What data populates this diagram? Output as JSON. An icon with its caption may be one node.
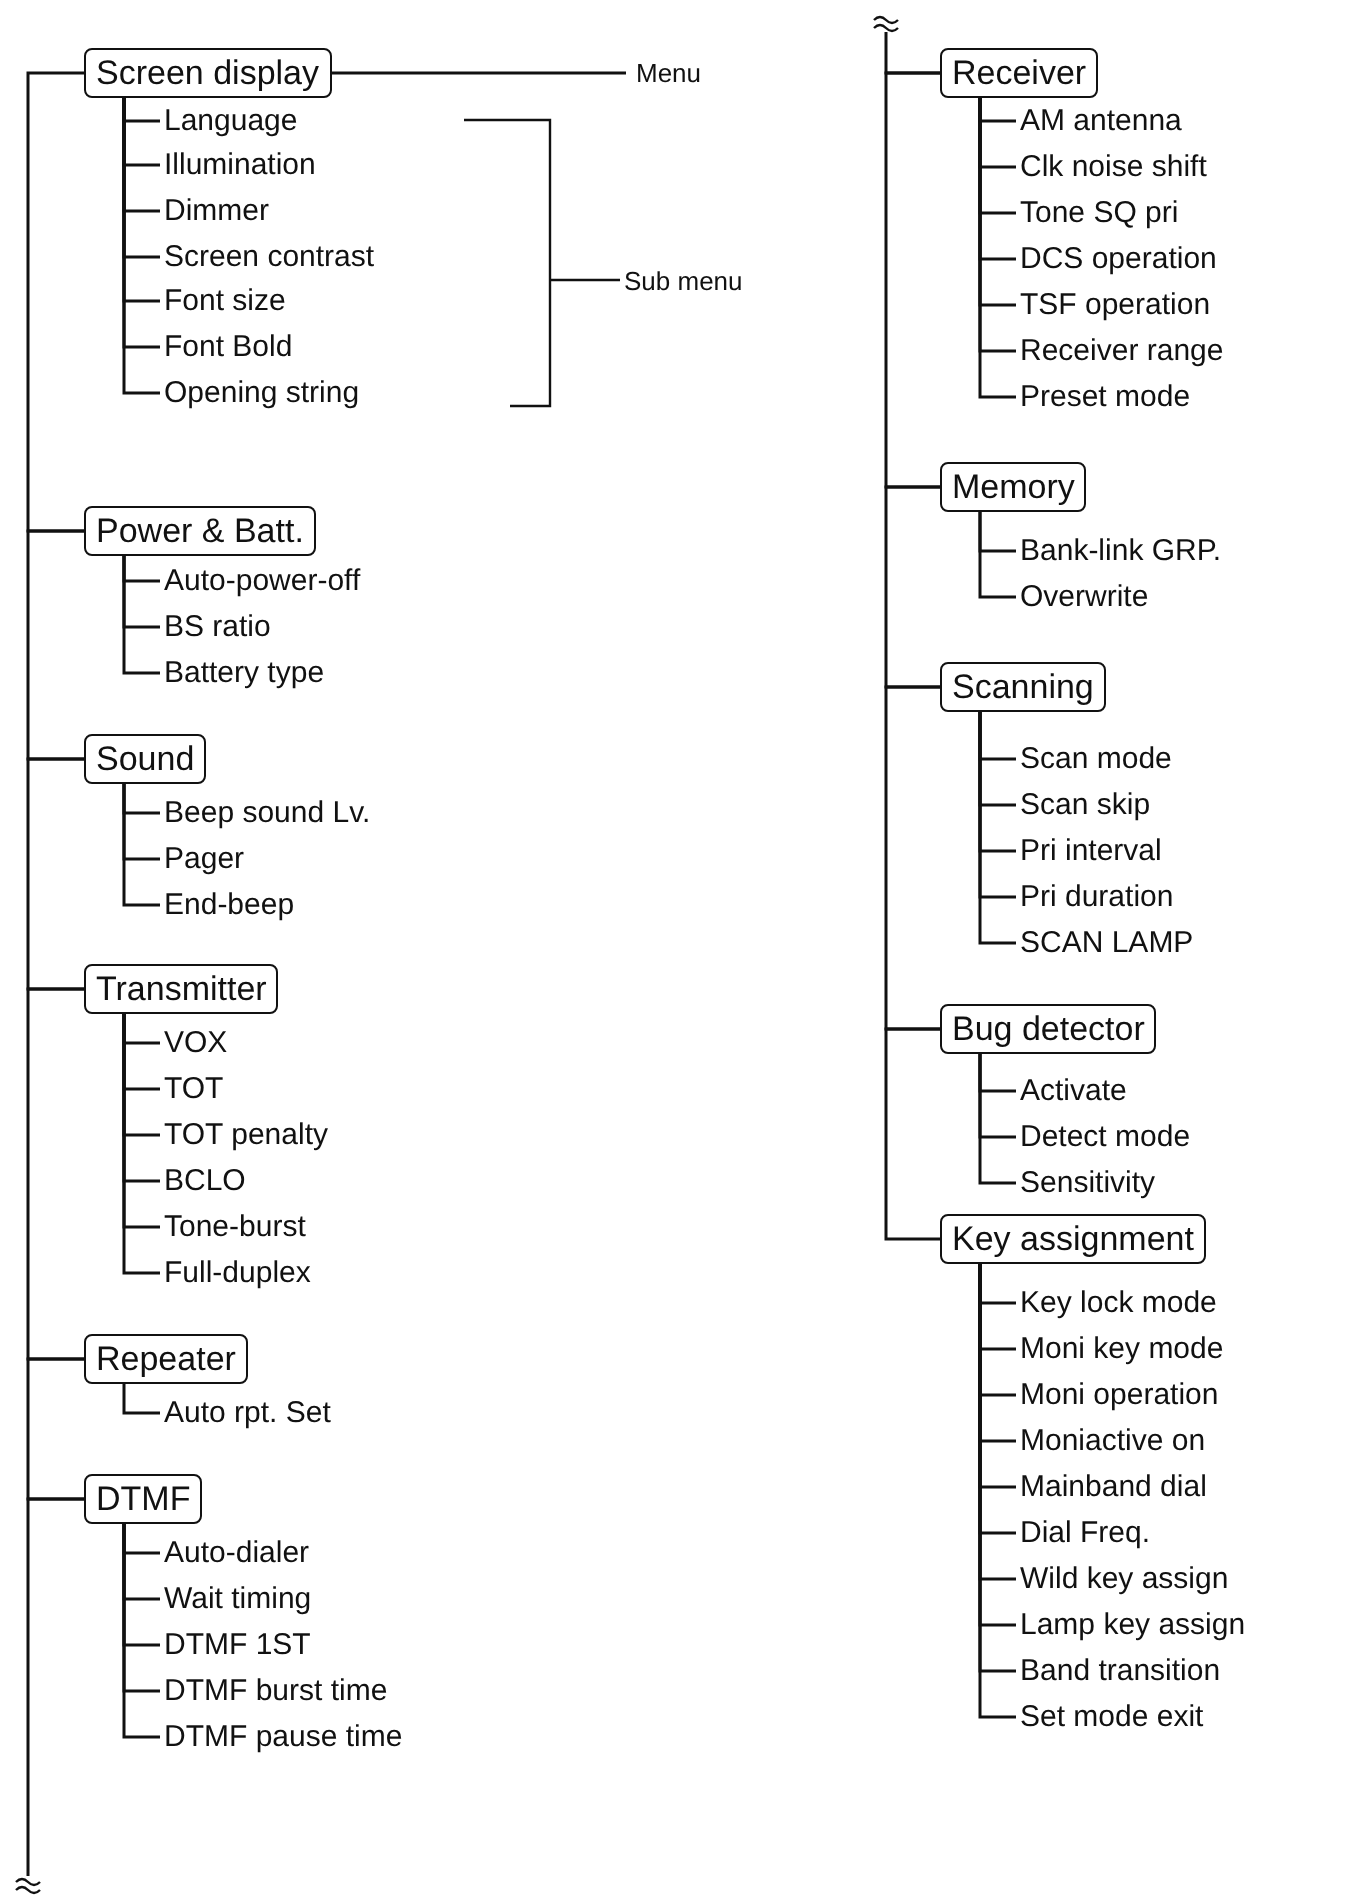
{
  "diagram": {
    "nodes": [
      {
        "text": [
          "Screen display"
        ]
      },
      {
        "text": [
          "Menu"
        ]
      },
      {
        "text": [
          "Language"
        ]
      },
      {
        "text": [
          "Illumination"
        ]
      },
      {
        "text": [
          "Dimmer"
        ]
      },
      {
        "text": [
          "Screen contrast"
        ]
      },
      {
        "text": [
          "Font size"
        ]
      },
      {
        "text": [
          "Font Bold"
        ]
      },
      {
        "text": [
          "Opening string"
        ]
      },
      {
        "text": [
          "Power & Batt."
        ]
      },
      {
        "text": [
          "Auto-power-off"
        ]
      },
      {
        "text": [
          "BS ratio"
        ]
      },
      {
        "text": [
          "Battery type"
        ]
      },
      {
        "text": [
          "Sound"
        ]
      },
      {
        "text": [
          "Beep sound Lv."
        ]
      },
      {
        "text": [
          "Pager"
        ]
      },
      {
        "text": [
          "End-beep"
        ]
      },
      {
        "text": [
          "Transmitter"
        ]
      },
      {
        "text": [
          "VOX"
        ]
      },
      {
        "text": [
          "TOT"
        ]
      },
      {
        "text": [
          "TOT penalty"
        ]
      },
      {
        "text": [
          "BCLO"
        ]
      },
      {
        "text": [
          "Tone-burst"
        ]
      },
      {
        "text": [
          "Full-duplex"
        ]
      },
      {
        "text": [
          "Repeater"
        ]
      },
      {
        "text": [
          "Auto rpt. Set"
        ]
      },
      {
        "text": [
          "DTMF"
        ]
      },
      {
        "text": [
          "Auto-dialer"
        ]
      },
      {
        "text": [
          "Wait timing"
        ]
      },
      {
        "text": [
          "DTMF 1ST"
        ]
      },
      {
        "text": [
          "DTMF burst time"
        ]
      },
      {
        "text": [
          "DTMF pause time"
        ]
      },
      {
        "text": [
          "Receiver"
        ]
      },
      {
        "text": [
          "AM antenna"
        ]
      },
      {
        "text": [
          "Clk noise shift"
        ]
      },
      {
        "text": [
          "Tone SQ pri"
        ]
      },
      {
        "text": [
          "DCS operation"
        ]
      },
      {
        "text": [
          "TSF operation"
        ]
      },
      {
        "text": [
          "Receiver range"
        ]
      },
      {
        "text": [
          "Preset mode"
        ]
      },
      {
        "text": [
          "Memory"
        ]
      },
      {
        "text": [
          "Bank-link GRP."
        ]
      },
      {
        "text": [
          "Overwrite"
        ]
      },
      {
        "text": [
          "Scanning"
        ]
      },
      {
        "text": [
          "Scan mode"
        ]
      },
      {
        "text": [
          "Scan skip"
        ]
      },
      {
        "text": [
          "Pri interval"
        ]
      },
      {
        "text": [
          "Pri duration"
        ]
      },
      {
        "text": [
          "SCAN LAMP"
        ]
      },
      {
        "text": [
          "Bug detector"
        ]
      },
      {
        "text": [
          "Activate"
        ]
      },
      {
        "text": [
          "Detect mode"
        ]
      },
      {
        "text": [
          "Sensitivity"
        ]
      },
      {
        "text": [
          "Key assignment"
        ]
      },
      {
        "text": [
          "Key lock mode"
        ]
      },
      {
        "text": [
          "Moni key mode"
        ]
      },
      {
        "text": [
          "Moni operation"
        ]
      },
      {
        "text": [
          "Moniactive on"
        ]
      },
      {
        "text": [
          "Mainband dial"
        ]
      },
      {
        "text": [
          "Dial Freq."
        ]
      },
      {
        "text": [
          "Wild key assign"
        ]
      },
      {
        "text": [
          "Lamp key assign"
        ]
      },
      {
        "text": [
          "Band transition"
        ]
      },
      {
        "text": [
          "Set mode exit"
        ]
      }
    ],
    "edges": [
      {
        "from": 0,
        "to": 1,
        "arrow": "none"
      },
      {
        "from": 0,
        "to": 2,
        "arrow": "none"
      },
      {
        "from": 0,
        "to": 3,
        "arrow": "none"
      },
      {
        "from": 0,
        "to": 4,
        "arrow": "none"
      },
      {
        "from": 0,
        "to": 5,
        "arrow": "none"
      },
      {
        "from": 0,
        "to": 6,
        "arrow": "none"
      },
      {
        "from": 0,
        "to": 7,
        "arrow": "none"
      },
      {
        "from": 0,
        "to": 8,
        "arrow": "none"
      },
      {
        "from": 0,
        "to": 9,
        "arrow": "none"
      },
      {
        "from": 9,
        "to": 10,
        "arrow": "none"
      },
      {
        "from": 9,
        "to": 11,
        "arrow": "none"
      },
      {
        "from": 9,
        "to": 12,
        "arrow": "none"
      },
      {
        "from": 9,
        "to": 13,
        "arrow": "none"
      },
      {
        "from": 13,
        "to": 14,
        "arrow": "none"
      },
      {
        "from": 13,
        "to": 15,
        "arrow": "none"
      },
      {
        "from": 13,
        "to": 16,
        "arrow": "none"
      },
      {
        "from": 13,
        "to": 17,
        "arrow": "none"
      },
      {
        "from": 17,
        "to": 18,
        "arrow": "none"
      },
      {
        "from": 17,
        "to": 19,
        "arrow": "none"
      },
      {
        "from": 17,
        "to": 20,
        "arrow": "none"
      },
      {
        "from": 17,
        "to": 21,
        "arrow": "none"
      },
      {
        "from": 17,
        "to": 22,
        "arrow": "none"
      },
      {
        "from": 17,
        "to": 23,
        "arrow": "none"
      },
      {
        "from": 17,
        "to": 24,
        "arrow": "none"
      },
      {
        "from": 24,
        "to": 25,
        "arrow": "none"
      },
      {
        "from": 24,
        "to": 26,
        "arrow": "none"
      },
      {
        "from": 26,
        "to": 27,
        "arrow": "none"
      },
      {
        "from": 26,
        "to": 28,
        "arrow": "none"
      },
      {
        "from": 26,
        "to": 29,
        "arrow": "none"
      },
      {
        "from": 26,
        "to": 30,
        "arrow": "none"
      },
      {
        "from": 26,
        "to": 31,
        "arrow": "none"
      },
      {
        "from": 26,
        "to": null,
        "arrow": "none"
      },
      {
        "from": null,
        "to": 32,
        "arrow": "none"
      },
      {
        "from": 32,
        "to": 33,
        "arrow": "none"
      },
      {
        "from": 32,
        "to": 34,
        "arrow": "none"
      },
      {
        "from": 32,
        "to": 35,
        "arrow": "none"
      },
      {
        "from": 32,
        "to": 36,
        "arrow": "none"
      },
      {
        "from": 32,
        "to": 37,
        "arrow": "none"
      },
      {
        "from": 32,
        "to": 38,
        "arrow": "none"
      },
      {
        "from": 32,
        "to": 39,
        "arrow": "none"
      },
      {
        "from": 32,
        "to": 40,
        "arrow": "none"
      },
      {
        "from": 40,
        "to": 41,
        "arrow": "none"
      },
      {
        "from": 40,
        "to": 42,
        "arrow": "none"
      },
      {
        "from": 40,
        "to": 43,
        "arrow": "none"
      },
      {
        "from": 43,
        "to": 44,
        "arrow": "none"
      },
      {
        "from": 43,
        "to": 45,
        "arrow": "none"
      },
      {
        "from": 43,
        "to": 46,
        "arrow": "none"
      },
      {
        "from": 43,
        "to": 47,
        "arrow": "none"
      },
      {
        "from": 43,
        "to": 48,
        "arrow": "none"
      },
      {
        "from": 43,
        "to": 49,
        "arrow": "none"
      },
      {
        "from": 49,
        "to": 50,
        "arrow": "none"
      },
      {
        "from": 49,
        "to": 51,
        "arrow": "none"
      },
      {
        "from": 49,
        "to": 52,
        "arrow": "none"
      },
      {
        "from": 49,
        "to": 53,
        "arrow": "none"
      },
      {
        "from": 53,
        "to": 54,
        "arrow": "none"
      },
      {
        "from": 53,
        "to": 55,
        "arrow": "none"
      },
      {
        "from": 53,
        "to": 56,
        "arrow": "none"
      },
      {
        "from": 53,
        "to": 57,
        "arrow": "none"
      },
      {
        "from": 53,
        "to": 58,
        "arrow": "none"
      },
      {
        "from": 53,
        "to": 59,
        "arrow": "none"
      },
      {
        "from": 53,
        "to": 60,
        "arrow": "none"
      },
      {
        "from": 53,
        "to": 61,
        "arrow": "none"
      },
      {
        "from": 53,
        "to": 62,
        "arrow": "none"
      },
      {
        "from": 53,
        "to": 63,
        "arrow": "none"
      }
    ],
    "labels": [
      "Sub menu"
    ]
  }
}
